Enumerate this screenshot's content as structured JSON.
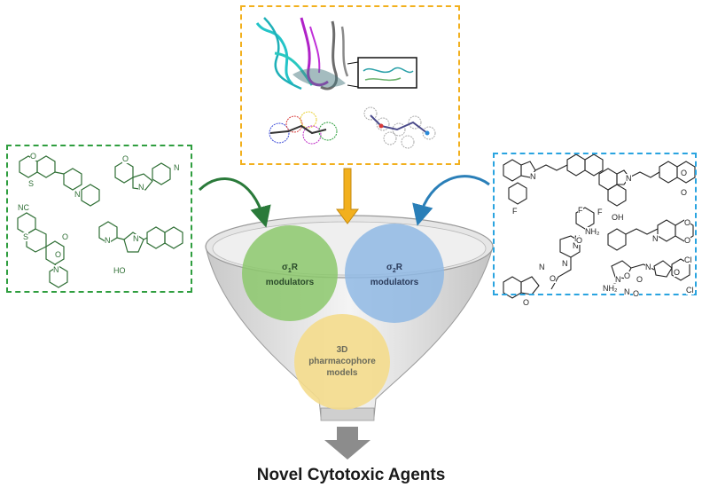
{
  "funnel": {
    "sigma1": {
      "symbol": "σ",
      "subscript": "1",
      "suffix": "R",
      "line2": "modulators",
      "color": "#8cc86c"
    },
    "sigma2": {
      "symbol": "σ",
      "subscript": "2",
      "suffix": "R",
      "line2": "modulators",
      "color": "#8fb8e4"
    },
    "pharmacophore": {
      "line1": "3D",
      "line2": "pharmacophore",
      "line3": "models",
      "color": "#f4dc8c"
    }
  },
  "left_panel": {
    "border_color": "#2f9e3f",
    "labels": [
      "O",
      "S",
      "N",
      "O",
      "N",
      "N",
      "NC",
      "S",
      "O",
      "O",
      "N",
      "N",
      "N",
      "HO"
    ]
  },
  "right_panel": {
    "border_color": "#2aa4e0",
    "labels": [
      "N",
      "N",
      "O",
      "O",
      "F",
      "F",
      "N",
      "N",
      "O",
      "O",
      "F",
      "NH₂",
      "N",
      "N",
      "OH",
      "O",
      "N",
      "O",
      "O",
      "N",
      "O",
      "O",
      "N",
      "O",
      "N",
      "O",
      "NH₂",
      "O",
      "Cl",
      "Cl"
    ]
  },
  "top_panel": {
    "border_color": "#f2b01e"
  },
  "title": "Novel Cytotoxic Agents"
}
